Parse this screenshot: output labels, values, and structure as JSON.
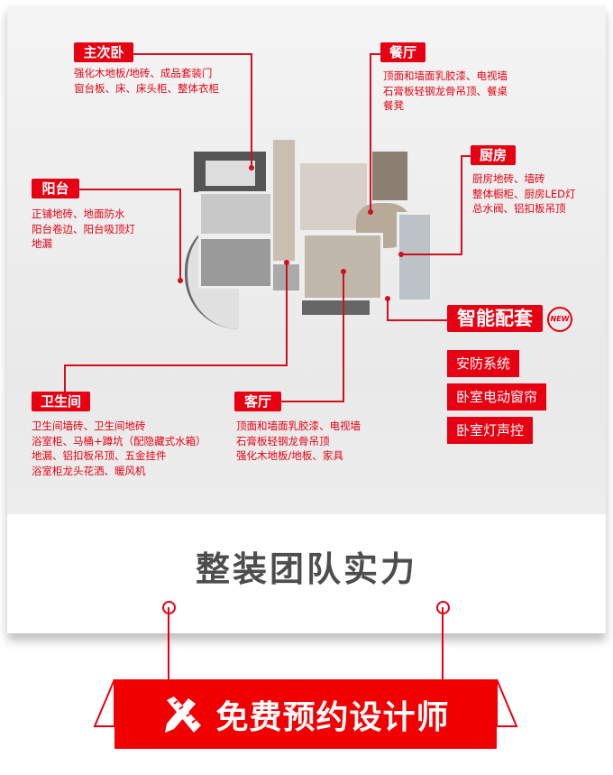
{
  "rooms": {
    "master_bedroom": {
      "label": "主次卧",
      "lines": [
        "强化木地板/地砖、成品套装门",
        "窗台板、床、床头柜、整体衣柜"
      ]
    },
    "dining": {
      "label": "餐厅",
      "lines": [
        "顶面和墙面乳胶漆、电视墙",
        "石膏板轻钢龙骨吊顶、餐桌",
        "餐凳"
      ]
    },
    "kitchen": {
      "label": "厨房",
      "lines": [
        "厨房地砖、墙砖",
        "整体橱柜、厨房LED灯",
        "总水阀、铝扣板吊顶"
      ]
    },
    "balcony": {
      "label": "阳台",
      "lines": [
        "正铺地砖、地面防水",
        "阳台卷边、阳台吸顶灯",
        "地漏"
      ]
    },
    "bathroom": {
      "label": "卫生间",
      "lines": [
        "卫生间墙砖、卫生间地砖",
        "浴室柜、马桶+蹲坑（配隐藏式水箱）",
        "地漏、铝扣板吊顶、五金挂件",
        "浴室柜龙头花洒、暖风机"
      ]
    },
    "living": {
      "label": "客厅",
      "lines": [
        "顶面和墙面乳胶漆、电视墙",
        "石膏板轻钢龙骨吊顶",
        "强化木地板/地板、家具"
      ]
    }
  },
  "smart": {
    "label": "智能配套",
    "badge": "NEW",
    "items": [
      "安防系统",
      "卧室电动窗帘",
      "卧室灯声控"
    ]
  },
  "section_title": "整装团队实力",
  "cta": {
    "label": "免费预约设计师"
  },
  "colors": {
    "accent": "#e60012",
    "title": "#4d4d4d"
  }
}
